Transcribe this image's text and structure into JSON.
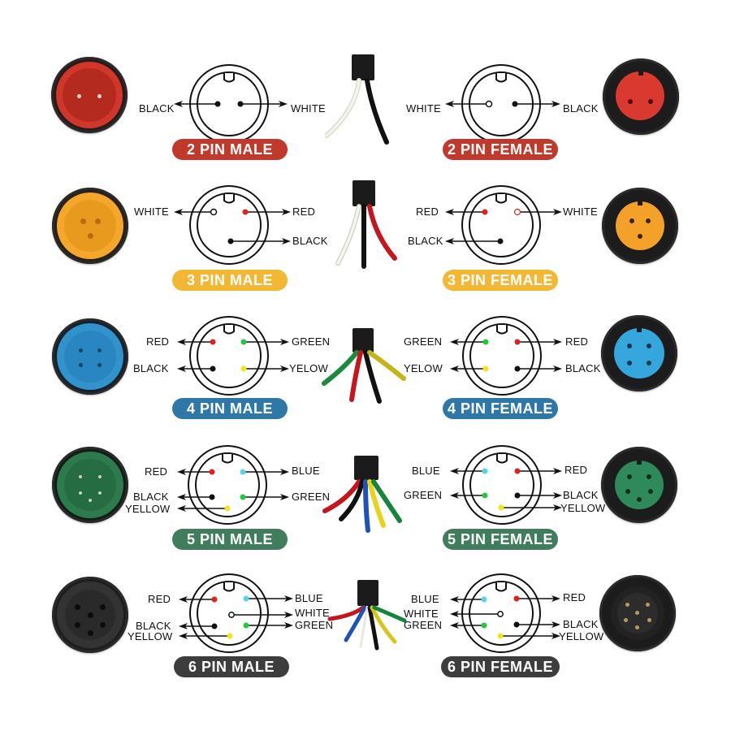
{
  "colors": {
    "row2": "#c0392b",
    "row3": "#f2b733",
    "row4": "#2e78a8",
    "row5": "#3f7d5c",
    "row6": "#3d3d3d",
    "wire_red": "#e0221c",
    "wire_black": "#111111",
    "wire_white": "#ffffff",
    "wire_green": "#22c93a",
    "wire_yellow": "#f2e51e",
    "wire_blue": "#55d6e8"
  },
  "rows": [
    {
      "id": "2pin",
      "male": {
        "title": "2 PIN MALE",
        "labels": {
          "l1": "BLACK",
          "r1": "WHITE"
        }
      },
      "female": {
        "title": "2 PIN FEMALE",
        "labels": {
          "l1": "WHITE",
          "r1": "BLACK"
        }
      },
      "cable_wires": [
        "white",
        "black"
      ]
    },
    {
      "id": "3pin",
      "male": {
        "title": "3 PIN MALE",
        "labels": {
          "l1": "WHITE",
          "r1": "RED",
          "r2": "BLACK"
        }
      },
      "female": {
        "title": "3 PIN FEMALE",
        "labels": {
          "l1": "RED",
          "l2": "BLACK",
          "r1": "WHITE"
        }
      },
      "cable_wires": [
        "white",
        "black",
        "red"
      ]
    },
    {
      "id": "4pin",
      "male": {
        "title": "4 PIN MALE",
        "labels": {
          "l1": "RED",
          "l2": "BLACK",
          "r1": "GREEN",
          "r2": "YELOW"
        }
      },
      "female": {
        "title": "4 PIN FEMALE",
        "labels": {
          "l1": "GREEN",
          "l2": "YELOW",
          "r1": "RED",
          "r2": "BLACK"
        }
      },
      "cable_wires": [
        "green",
        "red",
        "black",
        "yellow"
      ]
    },
    {
      "id": "5pin",
      "male": {
        "title": "5 PIN MALE",
        "labels": {
          "l1": "RED",
          "l2": "BLACK",
          "l3": "YELLOW",
          "r1": "BLUE",
          "r2": "GREEN"
        }
      },
      "female": {
        "title": "5 PIN FEMALE",
        "labels": {
          "l1": "BLUE",
          "l2": "GREEN",
          "r1": "RED",
          "r2": "BLACK",
          "r3": "YELLOW"
        }
      },
      "cable_wires": [
        "red",
        "black",
        "blue",
        "yellow",
        "green"
      ]
    },
    {
      "id": "6pin",
      "male": {
        "title": "6 PIN MALE",
        "labels": {
          "l1": "RED",
          "l2": "BLACK",
          "l3": "YELLOW",
          "r1": "BLUE",
          "r2": "WHITE",
          "r3": "GREEN"
        }
      },
      "female": {
        "title": "6 PIN FEMALE",
        "labels": {
          "l1": "BLUE",
          "l2": "WHITE",
          "l3": "GREEN",
          "r1": "RED",
          "r2": "BLACK",
          "r3": "YELLOW"
        }
      },
      "cable_wires": [
        "red",
        "blue",
        "white",
        "black",
        "yellow",
        "green"
      ]
    }
  ]
}
